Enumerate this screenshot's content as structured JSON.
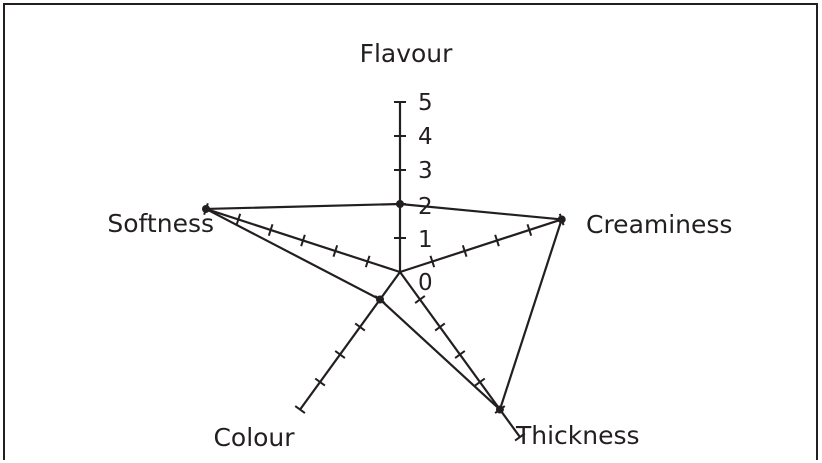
{
  "chart_data": {
    "type": "radar",
    "axes": [
      "Flavour",
      "Creaminess",
      "Thickness",
      "Colour",
      "Softness"
    ],
    "scale": {
      "min": 0,
      "max": 5,
      "ticks": [
        0,
        1,
        2,
        3,
        4,
        5
      ]
    },
    "values": [
      2,
      5,
      5,
      1,
      6
    ],
    "colors": {
      "line": "#231f20",
      "background": "#ffffff"
    }
  }
}
